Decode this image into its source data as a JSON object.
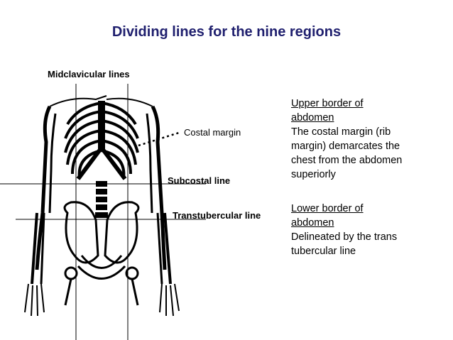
{
  "title": "Dividing lines for the nine regions",
  "labels": {
    "midclavicular": "Midclavicular lines",
    "costal_margin": "Costal margin",
    "subcostal": "Subcostal line",
    "transtubercular": "Transtubercular line"
  },
  "upper": {
    "heading_1": "Upper border of",
    "heading_2": "abdomen",
    "text_1": "The costal margin (rib",
    "text_2": "margin) demarcates the",
    "text_3": "chest from the abdomen",
    "text_4": "superiorly"
  },
  "lower": {
    "heading_1": "Lower border of",
    "heading_2": "abdomen",
    "text_1": "Delineated by the trans",
    "text_2": "tubercular line"
  }
}
